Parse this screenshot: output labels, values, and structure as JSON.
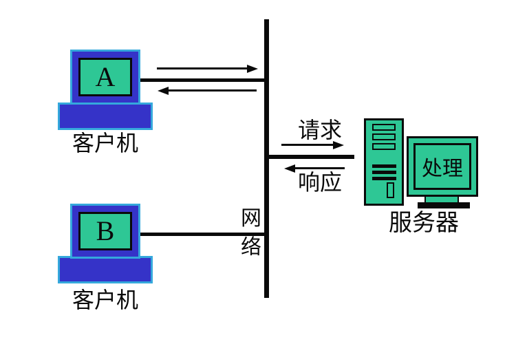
{
  "diagram": {
    "title": "client-server network diagram",
    "colors": {
      "frame_blue": "#3533c8",
      "edge_light_blue": "#35a8dc",
      "screen_teal": "#2ec795",
      "line_black": "#0a0a0a",
      "background": "#ffffff"
    },
    "client_a": {
      "screen_label": "A",
      "caption": "客户机"
    },
    "client_b": {
      "screen_label": "B",
      "caption": "客户机"
    },
    "network": {
      "char_top": "网",
      "char_bottom": "络"
    },
    "messages": {
      "request": "请求",
      "response": "响应"
    },
    "server": {
      "screen_label": "处理",
      "caption": "服务器"
    }
  }
}
